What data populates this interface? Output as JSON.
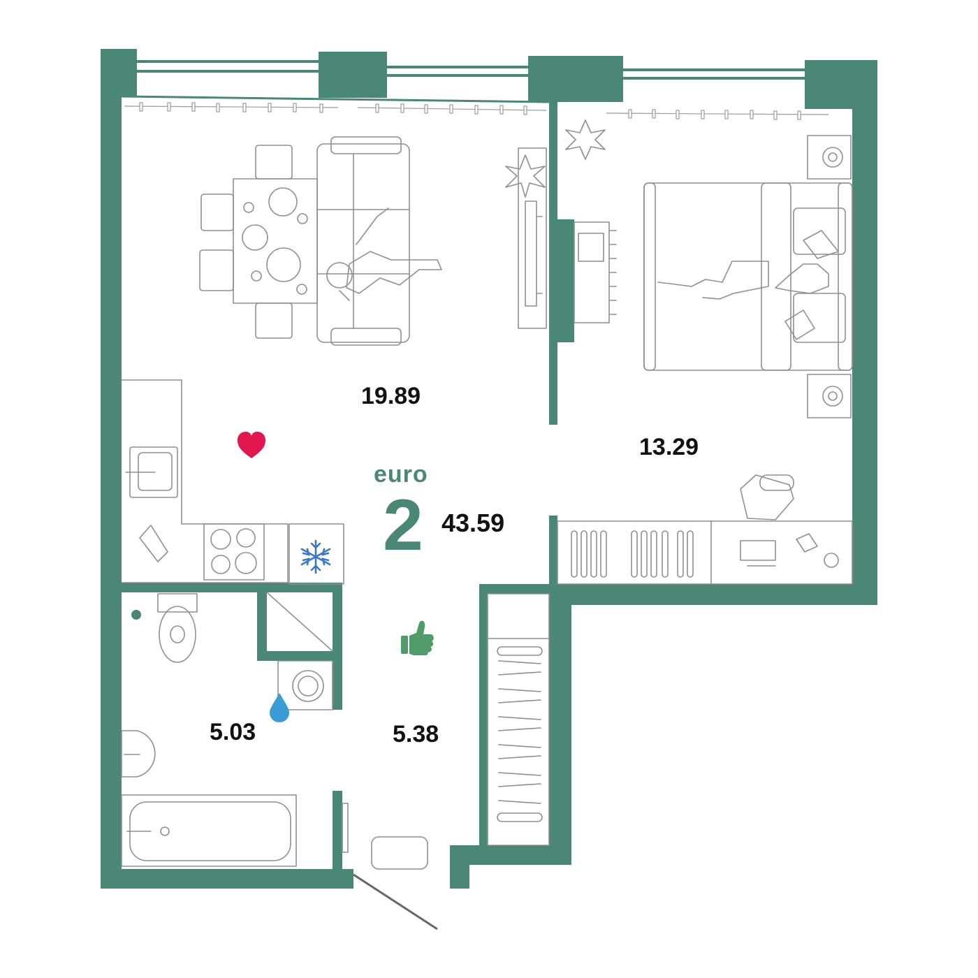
{
  "layout": {
    "type_label": "euro",
    "rooms_count": "2",
    "total_area": "43.59"
  },
  "rooms": [
    {
      "id": "living-kitchen",
      "area": "19.89"
    },
    {
      "id": "bedroom",
      "area": "13.29"
    },
    {
      "id": "bathroom",
      "area": "5.03"
    },
    {
      "id": "hallway",
      "area": "5.38"
    }
  ],
  "icons": [
    "heart-icon",
    "thumbs-up-icon",
    "water-drop-icon",
    "snowflake-icon"
  ],
  "colors": {
    "wall": "#4a8777",
    "furniture_stroke": "#8f8f8f",
    "heart": "#e0174f",
    "thumb": "#4f9b6a",
    "drop": "#3a9bd5",
    "snowflake": "#3b78c4",
    "text": "#111111"
  }
}
